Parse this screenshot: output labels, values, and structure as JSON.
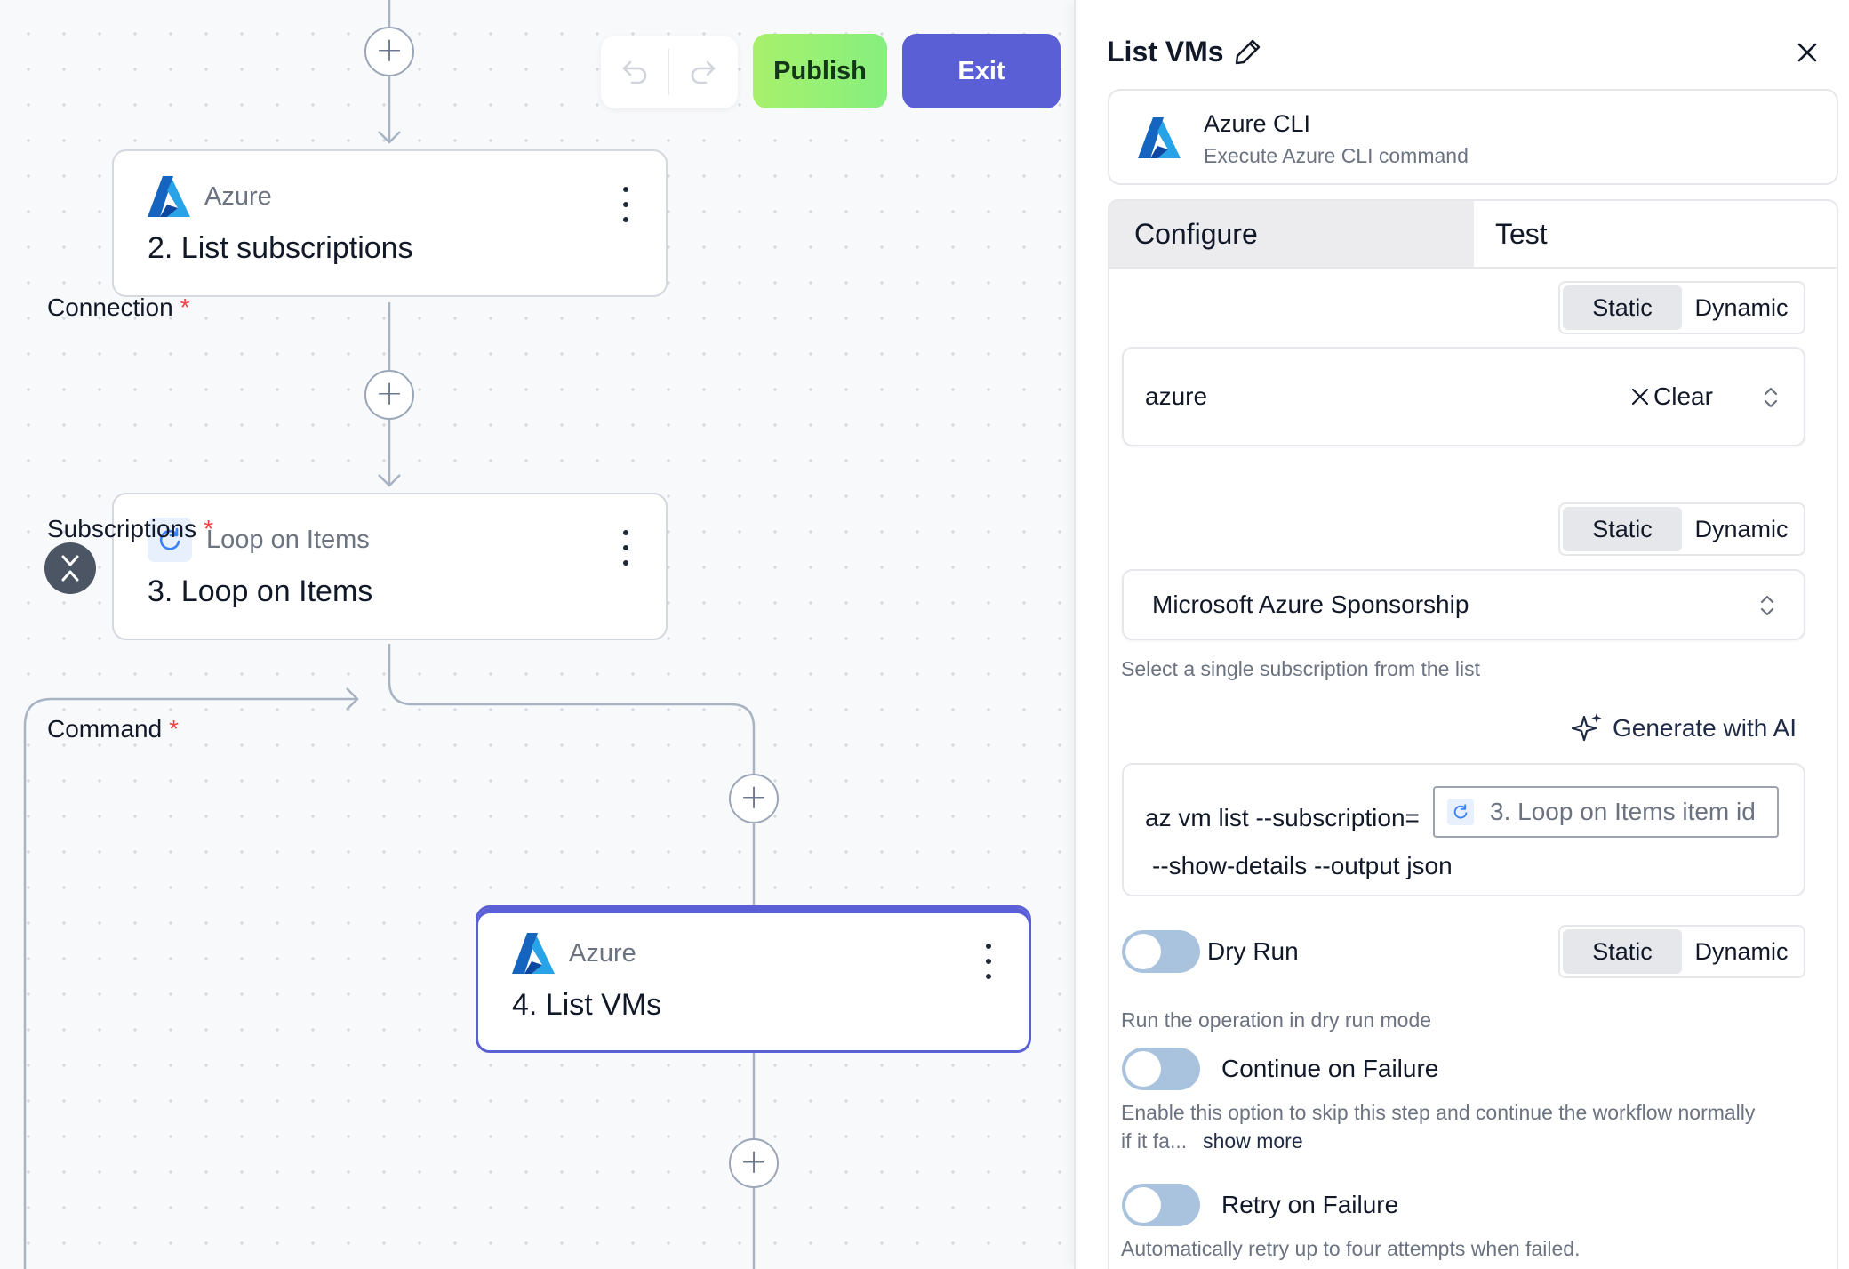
{
  "toolbar": {
    "publish_label": "Publish",
    "exit_label": "Exit"
  },
  "nodes": [
    {
      "app": "Azure",
      "title": "2. List subscriptions",
      "icon": "azure-logo"
    },
    {
      "app": "Loop on Items",
      "title": "3. Loop on Items",
      "icon": "loop-icon"
    },
    {
      "app": "Azure",
      "title": "4. List VMs",
      "icon": "azure-logo",
      "selected": true
    }
  ],
  "panel": {
    "title": "List VMs",
    "piece": {
      "name": "Azure CLI",
      "description": "Execute Azure CLI command"
    },
    "tabs": {
      "configure": "Configure",
      "test": "Test"
    },
    "mode_options": {
      "static": "Static",
      "dynamic": "Dynamic"
    },
    "connection": {
      "label": "Connection",
      "required_mark": "*",
      "value": "azure",
      "clear_label": "Clear"
    },
    "subscriptions": {
      "label": "Subscriptions",
      "required_mark": "*",
      "value": "Microsoft Azure Sponsorship",
      "hint": "Select a single subscription from the list"
    },
    "command": {
      "label": "Command",
      "required_mark": "*",
      "generate_label": "Generate with AI",
      "prefix": "az vm list --subscription=",
      "token": "3. Loop on Items item id",
      "suffix": "--show-details --output json"
    },
    "dry_run": {
      "label": "Dry Run",
      "enabled": false,
      "description": "Run the operation in dry run mode"
    },
    "continue_on_failure": {
      "label": "Continue on Failure",
      "enabled": false,
      "description": "Enable this option to skip this step and continue the workflow normally",
      "description_line2": "if it fa...",
      "show_more": "show more"
    },
    "retry_on_failure": {
      "label": "Retry on Failure",
      "enabled": false,
      "description": "Automatically retry up to four attempts when failed."
    }
  },
  "colors": {
    "accent": "#5b5fd6",
    "publish": "#a8f06b",
    "required": "#ef4444",
    "toggle_off": "#a9c3de"
  }
}
